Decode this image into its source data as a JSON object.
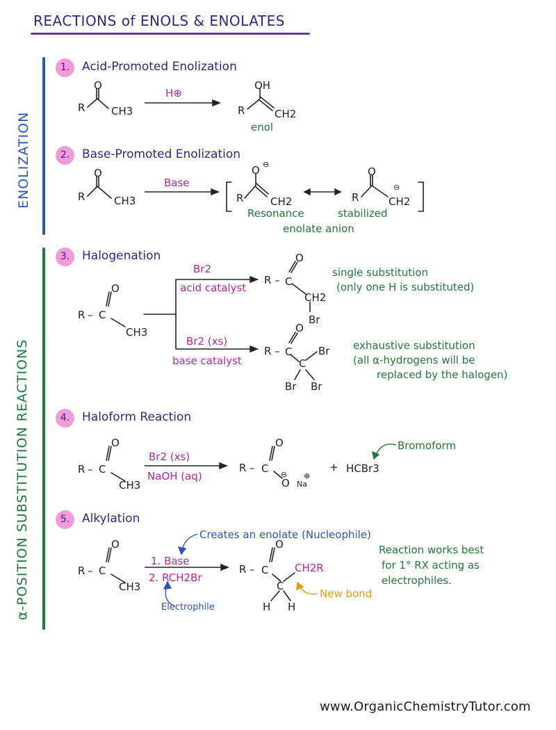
{
  "title": "REACTIONS of ENOLS & ENOLATES",
  "side_labels": {
    "enolization": "ENOLIZATION",
    "substitution": "α-POSITION   SUBSTITUTION   REACTIONS"
  },
  "sections": [
    {
      "number": "1.",
      "heading": "Acid-Promoted Enolization"
    },
    {
      "number": "2.",
      "heading": "Base-Promoted Enolization"
    },
    {
      "number": "3.",
      "heading": "Halogenation"
    },
    {
      "number": "4.",
      "heading": "Haloform Reaction"
    },
    {
      "number": "5.",
      "heading": "Alkylation"
    }
  ],
  "atoms": {
    "R": "R",
    "C": "C",
    "O": "O",
    "OH": "OH",
    "H": "H",
    "Br": "Br",
    "CH3": "CH3",
    "CH2": "CH2",
    "dash": "–",
    "plus": "+",
    "neg": "⊖",
    "pos": "⊕",
    "Na": "Na"
  },
  "reagents": {
    "s1_reagent": "H⊕",
    "s2_reagent": "Base",
    "s3_top_reagent": "Br2",
    "s3_top_condition": "acid catalyst",
    "s3_bottom_reagent": "Br2 (xs)",
    "s3_bottom_condition": "base catalyst",
    "s4_reagent_top": "Br2 (xs)",
    "s4_reagent_bottom": "NaOH (aq)",
    "s4_product_2": "HCBr3",
    "s5_reagent_1": "1. Base",
    "s5_reagent_2": "2. RCH2Br",
    "s5_sub_CH2R": "CH2R"
  },
  "notes": {
    "enol": "enol",
    "resonance": "Resonance",
    "stabilized": "stabilized",
    "enolate_anion": "enolate anion",
    "single_1": "single substitution",
    "single_2": "(only one H is substituted)",
    "exhaustive_1": "exhaustive substitution",
    "exhaustive_2": "(all α-hydrogens will be",
    "exhaustive_3": "replaced by the halogen)",
    "bromoform": "Bromoform",
    "creates_enolate": "Creates an enolate (Nucleophile)",
    "electrophile": "Electrophile",
    "new_bond": "New bond",
    "works_1": "Reaction works best",
    "works_2": "for 1° RX acting as",
    "works_3": "electrophiles."
  },
  "footer": "www.OrganicChemistryTutor.com",
  "colors": {
    "navy": "#2a2a86",
    "enolization_bar": "#2a55c0",
    "substitution_bar": "#1f7a3a",
    "badge": "#f29bd8",
    "reagent": "#b5279a",
    "note_green": "#1f7a3a",
    "note_blue": "#2a55c0",
    "note_orange": "#e89a12"
  }
}
